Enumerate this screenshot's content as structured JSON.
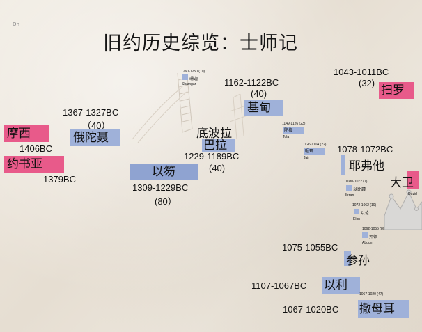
{
  "corner_mark": "On",
  "title": "旧约历史综览：士师记",
  "figures": {
    "moses": {
      "name": "摩西",
      "date": "1406BC"
    },
    "joshua": {
      "name": "约书亚",
      "date": "1379BC"
    },
    "othniel": {
      "name": "俄陀聂",
      "date": "1367-1327BC",
      "years": "（40）"
    },
    "ehud": {
      "name": "以笏",
      "date": "1309-1229BC",
      "years": "(80）"
    },
    "shamgar": {
      "date": "1260-1250 (10)",
      "name_cn": "珊迦",
      "name_en": "Shamgar"
    },
    "deborah_barak": {
      "name1": "底波拉",
      "name2": "巴拉",
      "date": "1229-1189BC",
      "years": "(40)"
    },
    "gideon": {
      "name": "基甸",
      "date": "1162-1122BC",
      "years": "(40)"
    },
    "tola": {
      "date": "1149-1126 (23)",
      "name_cn": "陀拉",
      "name_en": "Tola"
    },
    "jair": {
      "date": "1126-1104 (22)",
      "name_cn": "睚珥",
      "name_en": "Jair"
    },
    "saul": {
      "name": "扫罗",
      "date": "1043-1011BC",
      "years": "(32)"
    },
    "jephthah": {
      "name": "耶弗他",
      "date": "1078-1072BC"
    },
    "david": {
      "name": "大卫",
      "name_en": "David"
    },
    "ibzan": {
      "date": "1080-1072 (7)",
      "name_cn": "以比讚",
      "name_en": "Ibzan"
    },
    "elon": {
      "date": "1072-1062 (10)",
      "name_cn": "以伦",
      "name_en": "Elon"
    },
    "abdon": {
      "date": "1062-1055 (8)",
      "name_cn": "押顿",
      "name_en": "Abdon"
    },
    "samson": {
      "name": "参孙",
      "date": "1075-1055BC"
    },
    "eli": {
      "name": "以利",
      "date": "1107-1067BC"
    },
    "samuel": {
      "name": "撒母耳",
      "date": "1067-1020BC",
      "small_date": "1067-1020 (47)"
    }
  },
  "colors": {
    "highlight_pink": "#e85a8a",
    "highlight_blue": "#9fb1d9",
    "text": "#111111"
  }
}
